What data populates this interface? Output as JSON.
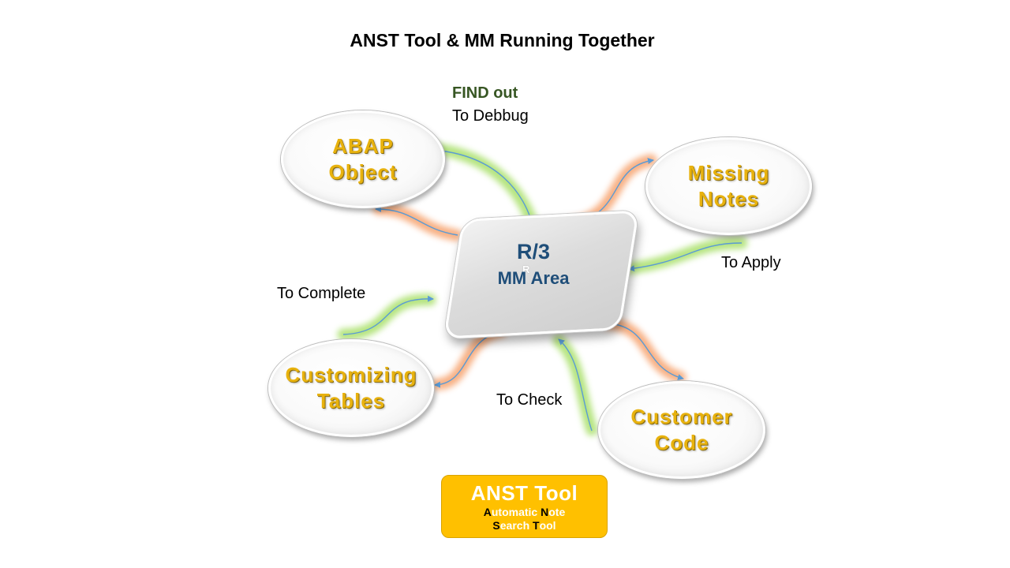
{
  "title": "ANST Tool & MM Running Together",
  "center": {
    "line1": "R/3",
    "mark": "R",
    "line2": "MM Area"
  },
  "nodes": {
    "abap": {
      "line1": "ABAP",
      "line2": "Object"
    },
    "missing_notes": {
      "line1": "Missing",
      "line2": "Notes"
    },
    "customizing": {
      "line1": "Customizing",
      "line2": "Tables"
    },
    "customer_code": {
      "line1": "Customer",
      "line2": "Code"
    }
  },
  "labels": {
    "find": "FIND out",
    "debug": "To Debbug",
    "apply": "To Apply",
    "complete": "To Complete",
    "check": "To Check"
  },
  "anst": {
    "title": "ANST Tool",
    "sub1_a": "A",
    "sub1_b": "utomatic ",
    "sub1_c": "N",
    "sub1_d": "ote",
    "sub2_a": "S",
    "sub2_b": "earch ",
    "sub2_c": "T",
    "sub2_d": "ool"
  },
  "colors": {
    "node_text": "#e8b20e",
    "center_text": "#1f4e79",
    "find_text": "#375623",
    "anst_fill": "#ffc000",
    "glow_green": "#a9e06a",
    "glow_orange": "#f7a877",
    "arrow": "#5b9bd5"
  }
}
